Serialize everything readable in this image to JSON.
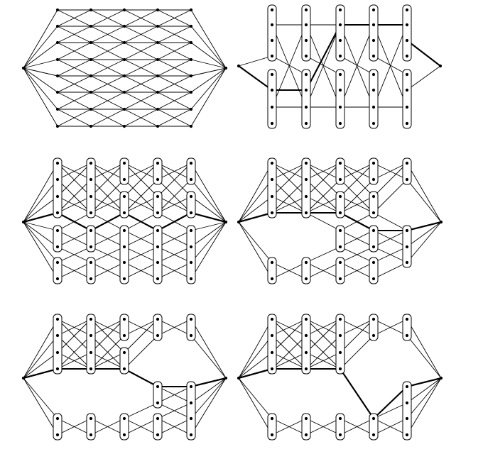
{
  "colors": {
    "line": "#000000",
    "background": "#ffffff",
    "group_fill": "#ffffff"
  },
  "panels": [
    {
      "id": "panel-1",
      "description_free": true,
      "highlighted": []
    },
    {
      "id": "panel-2",
      "highlighted": []
    },
    {
      "id": "panel-3",
      "highlighted": []
    },
    {
      "id": "panel-4",
      "highlighted": []
    },
    {
      "id": "panel-5",
      "highlighted": []
    },
    {
      "id": "panel-6",
      "highlighted": []
    }
  ]
}
